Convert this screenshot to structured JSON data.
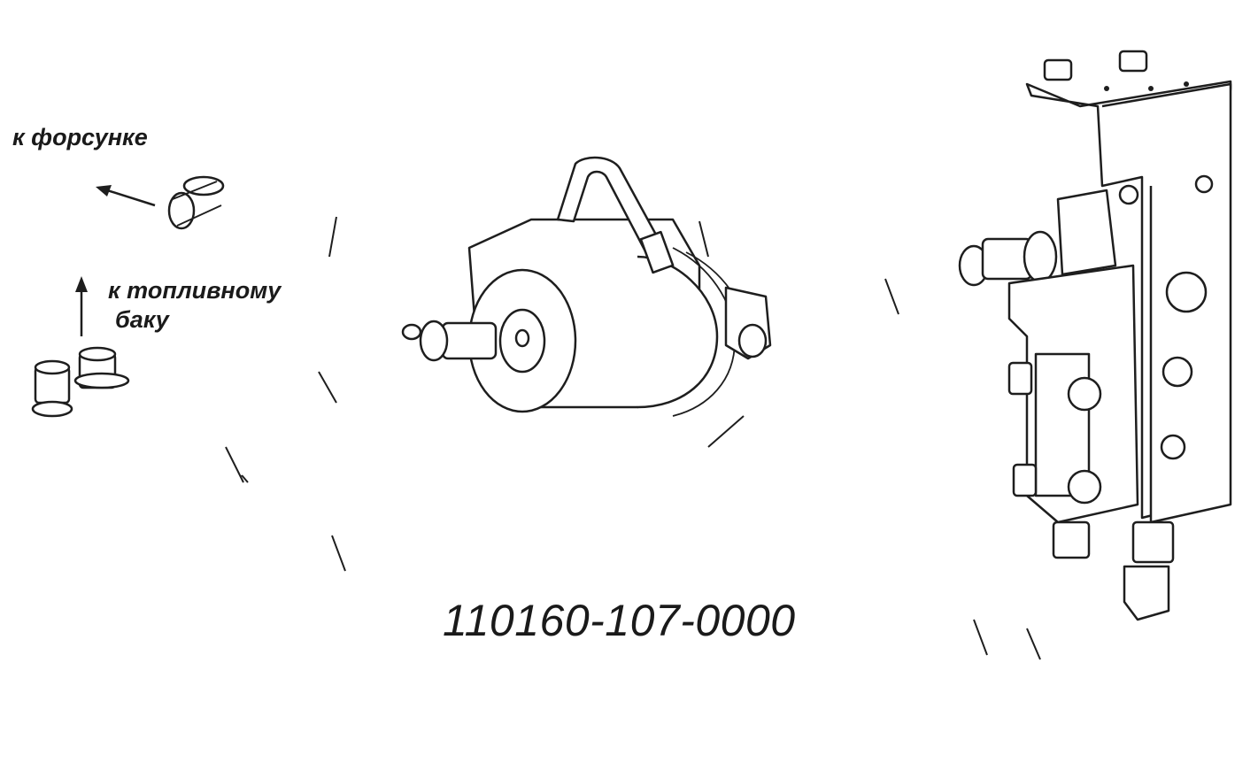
{
  "labels": {
    "to_injector": "к форсунке",
    "to_tank_line1": "к топливному",
    "to_tank_line2": "баку",
    "part_number": "110160-107-0000"
  },
  "colors": {
    "line": "#1e1e1e",
    "background": "#ffffff"
  }
}
